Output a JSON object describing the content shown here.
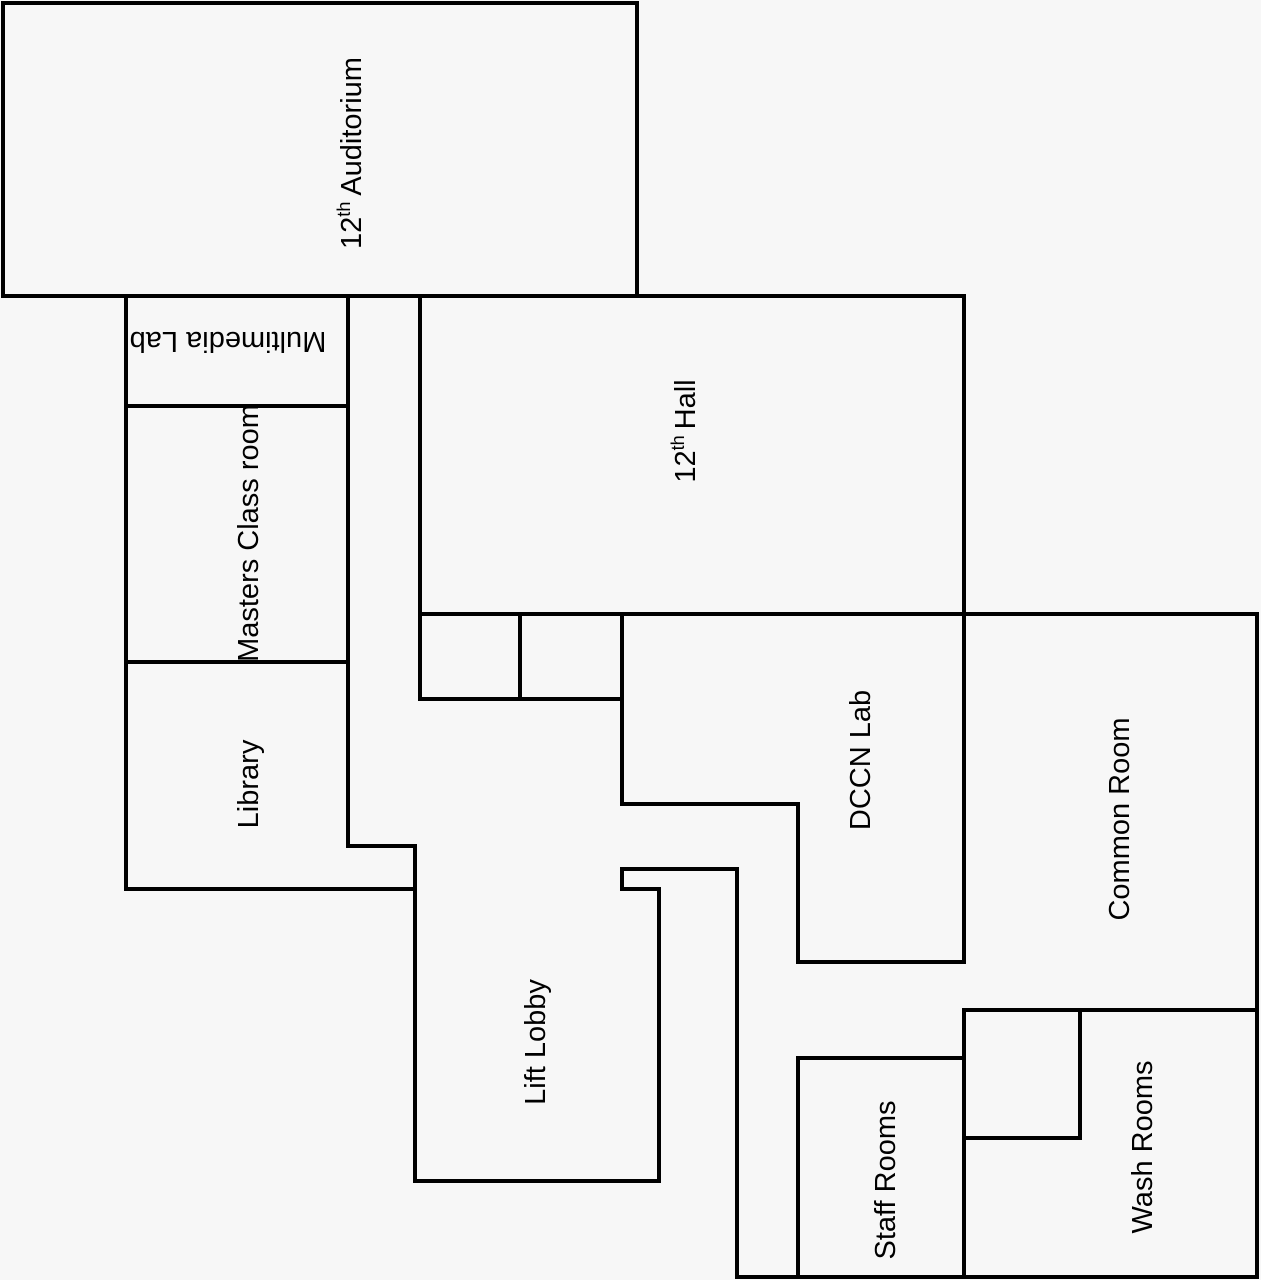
{
  "rooms": {
    "auditorium": {
      "number": "12",
      "suffix": "th",
      "name": "Auditorium"
    },
    "hall": {
      "number": "12",
      "suffix": "th",
      "name": "Hall"
    },
    "multimedia_lab": "Multimedia Lab",
    "masters_class_room": "Masters Class room",
    "library": "Library",
    "dccn_lab": "DCCN Lab",
    "common_room": "Common Room",
    "lift_lobby": "Lift Lobby",
    "staff_rooms": "Staff Rooms",
    "wash_rooms": "Wash Rooms"
  },
  "colors": {
    "background": "#f7f7f7",
    "wall": "#000000"
  }
}
